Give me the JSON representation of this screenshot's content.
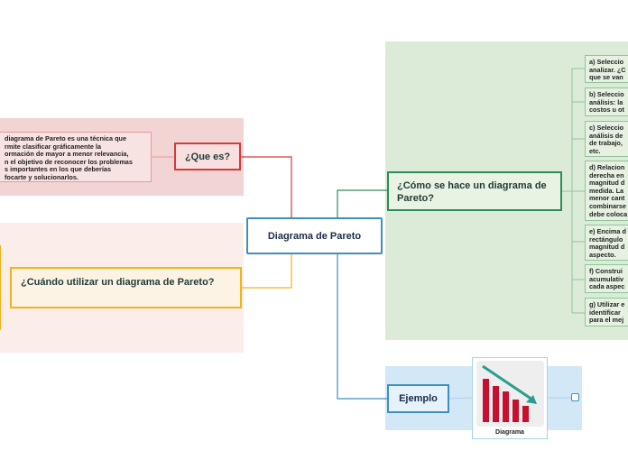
{
  "central": {
    "label": "Diagrama de Pareto"
  },
  "que_es": {
    "label": "¿Que es?",
    "description": "diagrama de Pareto es una técnica que\nrmite clasificar gráficamente la\normación de mayor a menor relevancia,\nn el objetivo de reconocer los problemas\ns importantes en los que deberías\nfocarte y solucionarlos."
  },
  "cuando": {
    "label": "¿Cuándo utilizar un diagrama de Pareto?"
  },
  "como": {
    "label": "¿Cómo se hace un diagrama de Pareto?",
    "steps": [
      "a) Seleccio\nanalizar. ¿C\nque se van",
      "b) Seleccio\nanálisis: la\ncostos u ot",
      "c) Seleccio\nanálisis de\nde trabajo,\netc.",
      "d) Relacion\nderecha en\nmagnitud d\nmedida. La\nmenor cant\ncombinarse\ndebe coloca",
      "e) Encima d\nrectángulo\nmagnitud d\naspecto.",
      "f) Construi\nacumulativ\ncada aspec",
      "g) Utilizar e\nidentificar\npara el mej"
    ]
  },
  "ejemplo": {
    "label": "Ejemplo",
    "image_caption": "Diagrama"
  },
  "colors": {
    "red": "#d63a3a",
    "yellow": "#f0b31a",
    "green": "#2e8b57",
    "blue": "#3e8ec4",
    "bar": "#c8102e",
    "arrow": "#2a9d8f"
  }
}
